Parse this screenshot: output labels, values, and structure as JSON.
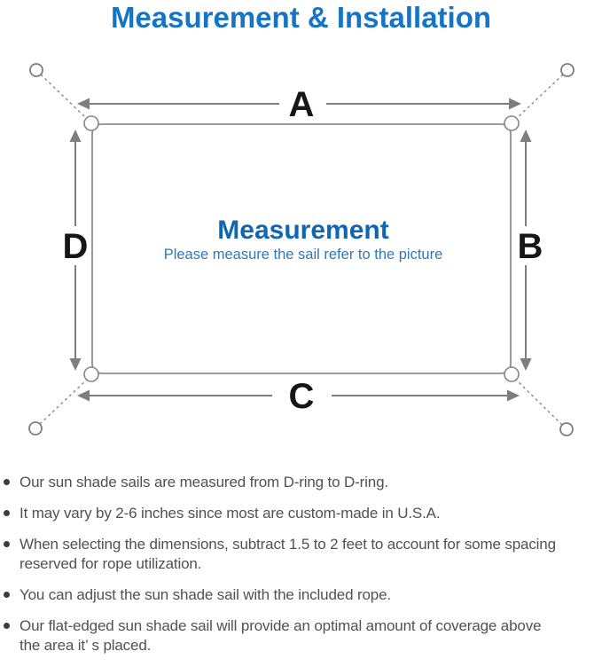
{
  "page": {
    "title": "Measurement & Installation"
  },
  "diagram": {
    "labels": {
      "top": "A",
      "right": "B",
      "bottom": "C",
      "left": "D"
    },
    "center_title": "Measurement",
    "center_subtitle": "Please measure the sail refer to the picture"
  },
  "notes": {
    "items": [
      "Our sun shade sails are measured from D-ring to D-ring.",
      "It may vary by 2-6 inches since most are custom-made in U.S.A.",
      "When selecting the dimensions, subtract 1.5 to 2 feet to account for some spacing\nreserved for rope utilization.",
      "You can adjust the sun shade sail with the included rope.",
      "Our flat-edged sun shade sail will provide an optimal amount of coverage above\nthe area it’ s placed."
    ]
  },
  "colors": {
    "title_blue": "#1574c5",
    "center_title_blue": "#1166b1",
    "center_subtitle_blue": "#2c79bc",
    "dimension_label_black": "#161616",
    "line_gray": "#7e7e7e",
    "outline_gray": "#8f8f8f",
    "note_text_gray": "#515151"
  }
}
